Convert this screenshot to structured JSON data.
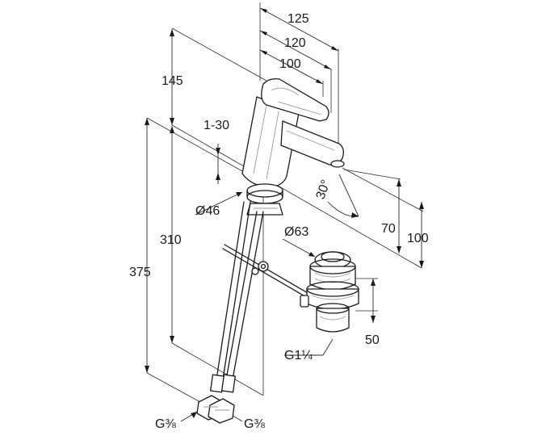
{
  "dimensions": {
    "width_125": "125",
    "width_120": "120",
    "width_100": "100",
    "height_145": "145",
    "pop_up_1_30": "1-30",
    "diameter_46": "Ø46",
    "height_310": "310",
    "height_375": "375",
    "angle_30": "30°",
    "spout_70": "70",
    "spout_100": "100",
    "diameter_63": "Ø63",
    "waste_50": "50",
    "thread_g114": "G1¼",
    "thread_g38_left": "G⅜",
    "thread_g38_right": "G⅜"
  },
  "colors": {
    "line": "#1a1a1a",
    "shade": "#9a9a9a",
    "background": "#ffffff"
  }
}
